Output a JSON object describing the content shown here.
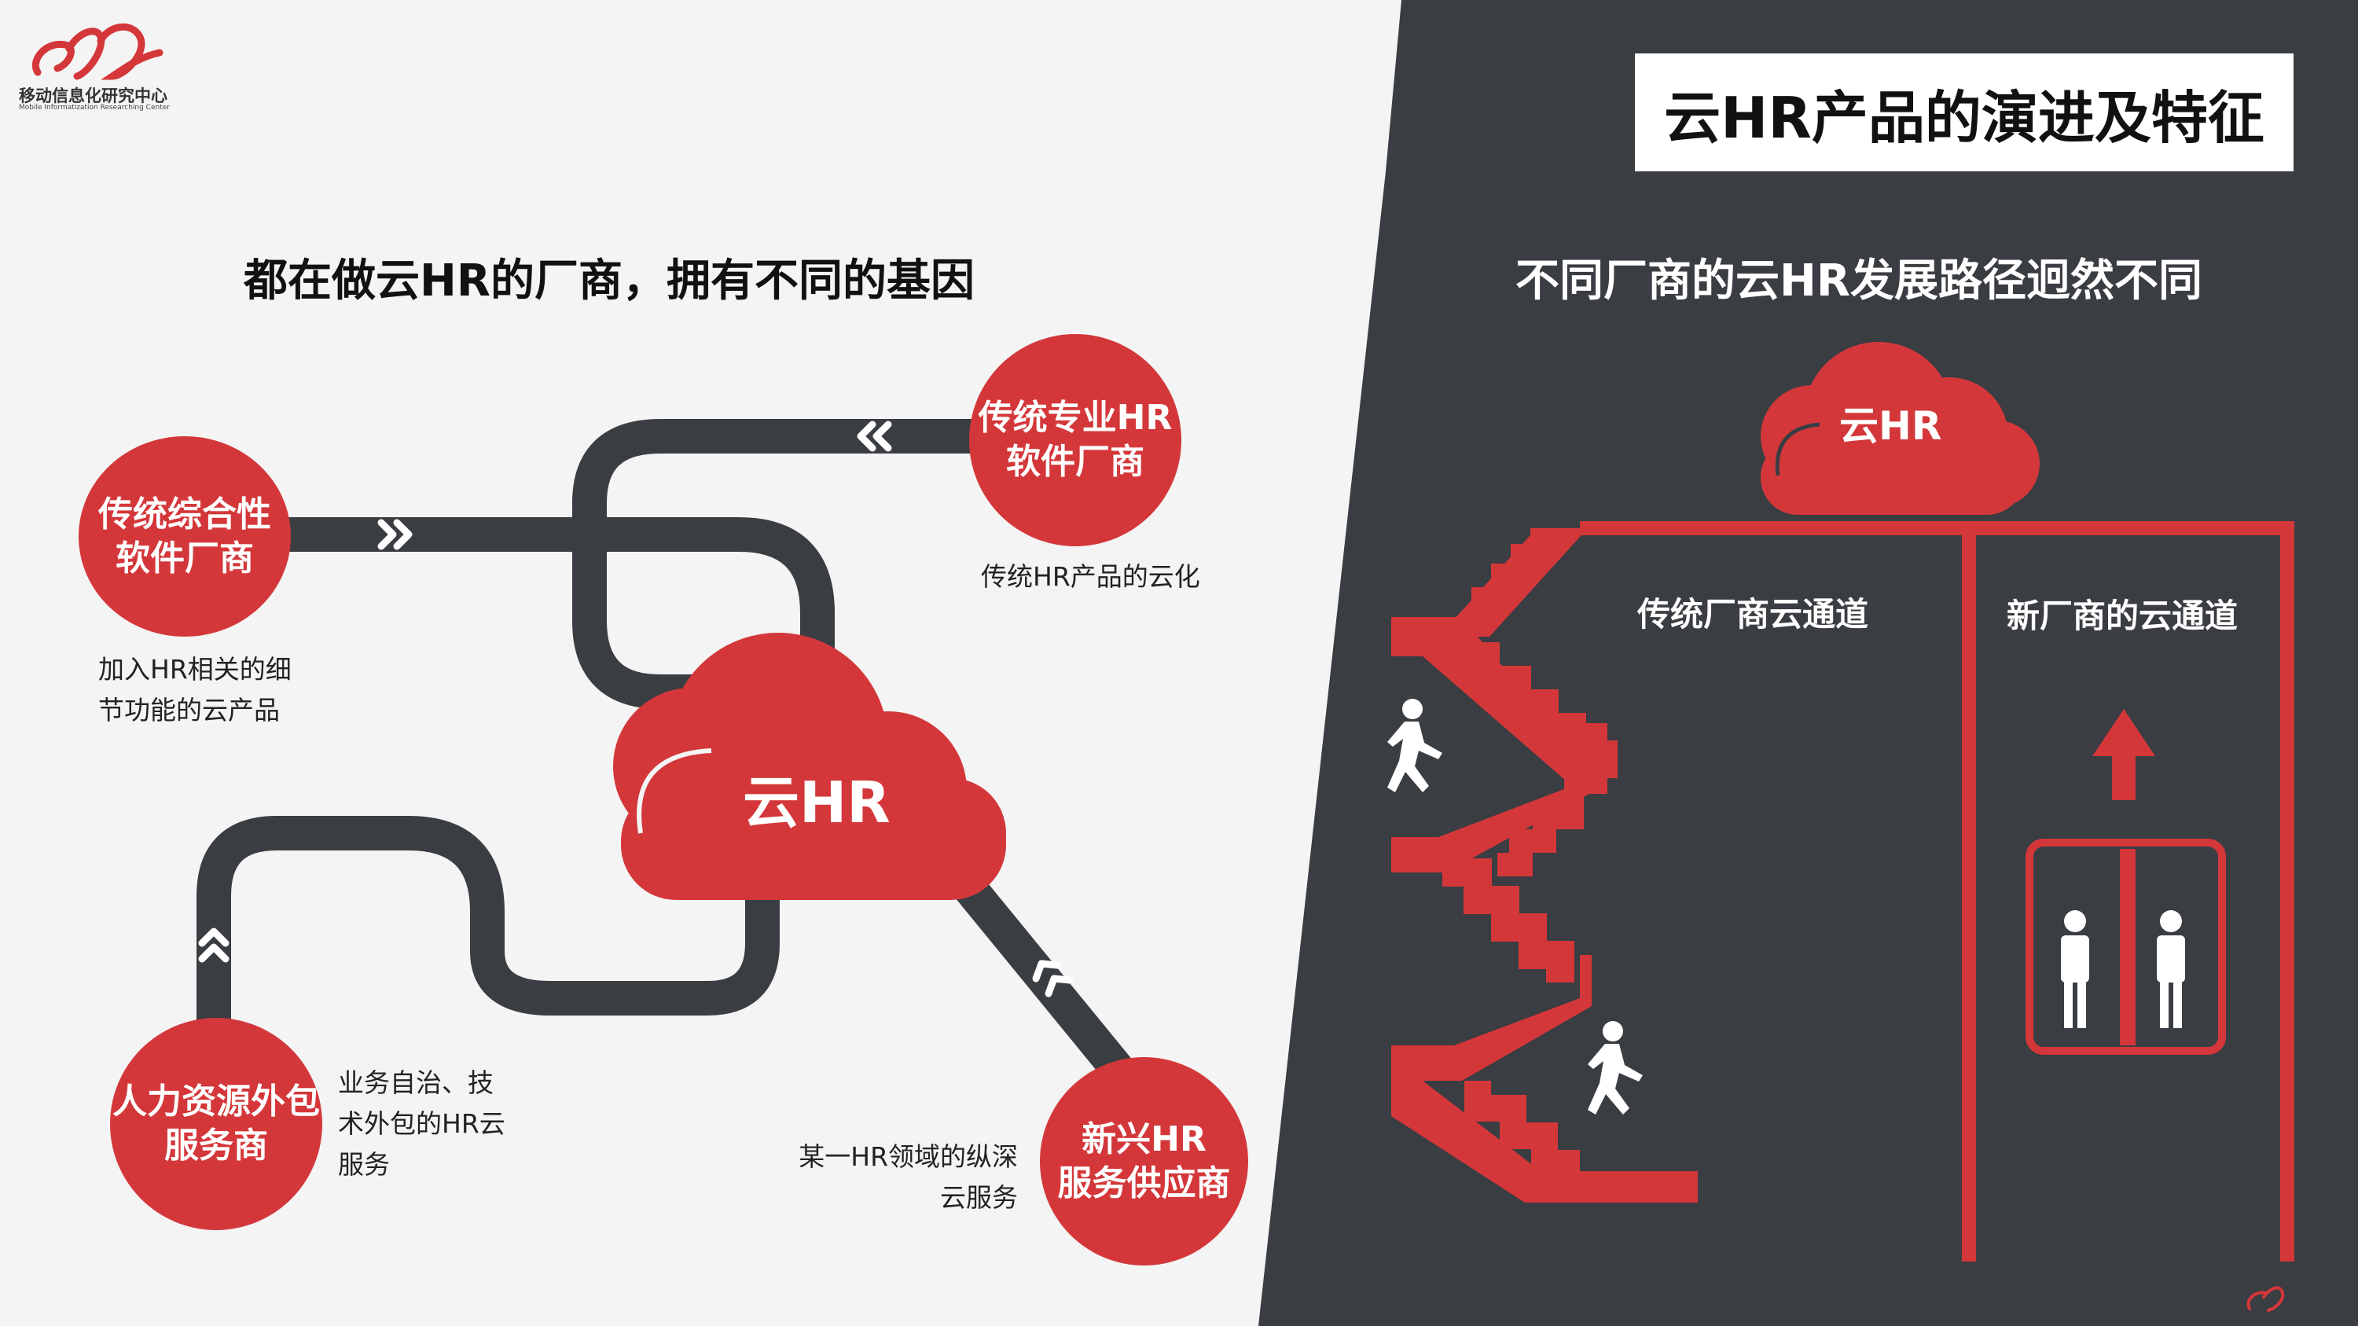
{
  "brand": {
    "name_cn": "移动信息化研究中心",
    "name_en": "Mobile Informatization Researching Center",
    "color_red": "#d4373a",
    "color_dark": "#3a3d42"
  },
  "page_title": "云HR产品的演进及特征",
  "left": {
    "heading": "都在做云HR的厂商，拥有不同的基因",
    "center_label": "云HR",
    "nodes": [
      {
        "id": "traditional-comprehensive",
        "lines": [
          "传统综合性",
          "软件厂商"
        ],
        "caption": [
          "加入HR相关的细",
          "节功能的云产品"
        ]
      },
      {
        "id": "traditional-professional",
        "lines": [
          "传统专业HR",
          "软件厂商"
        ],
        "caption": [
          "传统HR产品的云化"
        ]
      },
      {
        "id": "hr-outsourcing",
        "lines": [
          "人力资源外包",
          "服务商"
        ],
        "caption": [
          "业务自治、技",
          "术外包的HR云",
          "服务"
        ]
      },
      {
        "id": "emerging-hr",
        "lines": [
          "新兴HR",
          "服务供应商"
        ],
        "caption": [
          "某一HR领域的纵深",
          "云服务"
        ]
      }
    ]
  },
  "right": {
    "heading": "不同厂商的云HR发展路径迥然不同",
    "cloud_label": "云HR",
    "traditional_channel": "传统厂商云通道",
    "new_channel": "新厂商的云通道"
  },
  "icons": {
    "walking_person": "walking-person-icon",
    "standing_person": "standing-person-icon",
    "up_arrow": "up-arrow-icon",
    "cloud": "cloud-icon",
    "chevron": "double-chevron-icon"
  }
}
